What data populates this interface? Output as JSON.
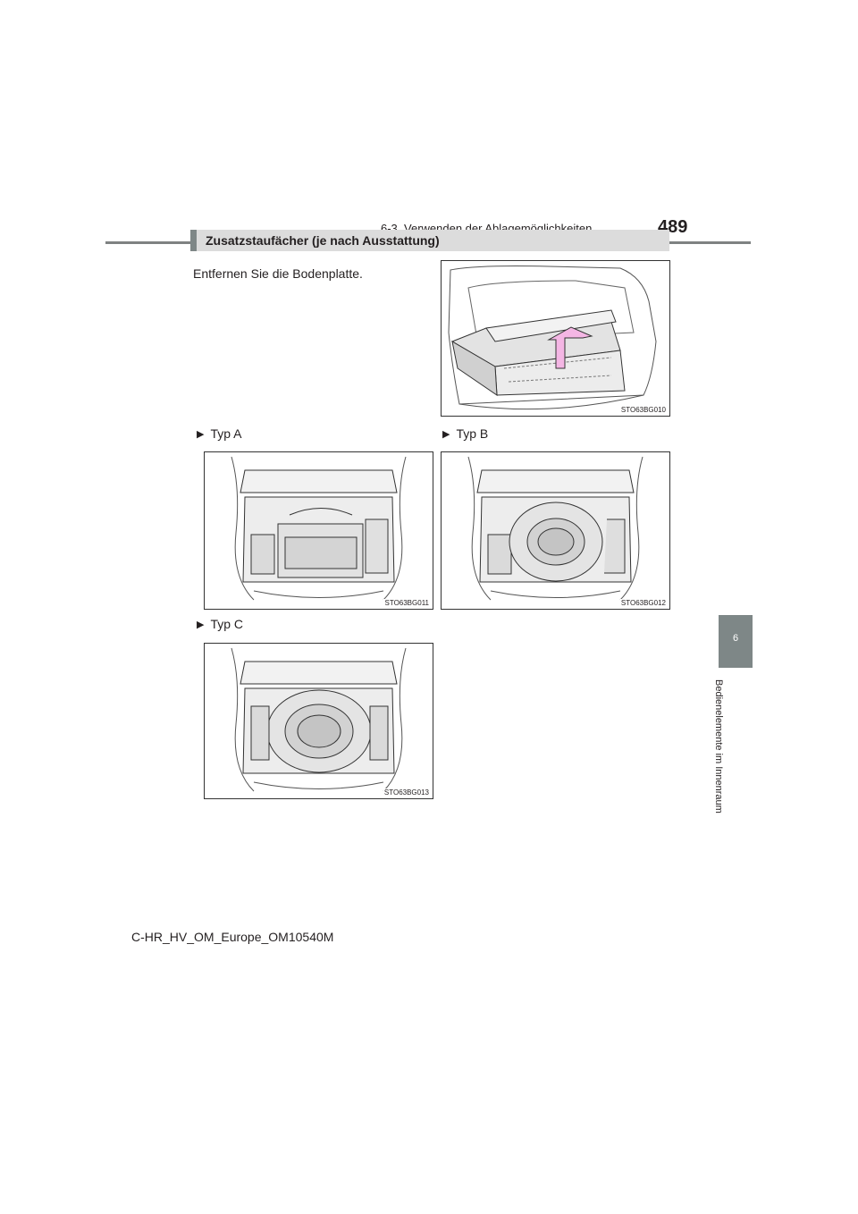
{
  "header": {
    "section_title": "6-3. Verwenden der  Ablagemöglichkeiten",
    "page_number": "489"
  },
  "side_tab": {
    "chapter_number": "6",
    "chapter_title": "Bedienelemente im Innenraum"
  },
  "section": {
    "heading": "Zusatzstaufächer (je nach Ausstattung)",
    "instruction": "Entfernen Sie die Bodenplatte."
  },
  "variants": [
    {
      "marker": "▶",
      "label": "Typ A"
    },
    {
      "marker": "▶",
      "label": "Typ B"
    },
    {
      "marker": "▶",
      "label": "Typ C"
    }
  ],
  "figures": {
    "remove_floor_board": "STO63BG010",
    "type_a": "STO63BG011",
    "type_b": "STO63BG012",
    "type_c": "STO63BG013"
  },
  "colors": {
    "accent_gray": "#7e8787",
    "heading_bg": "#dcdcdc",
    "arrow_pink": "#f4b6e4"
  },
  "footer": {
    "document_id": "C-HR_HV_OM_Europe_OM10540M"
  }
}
